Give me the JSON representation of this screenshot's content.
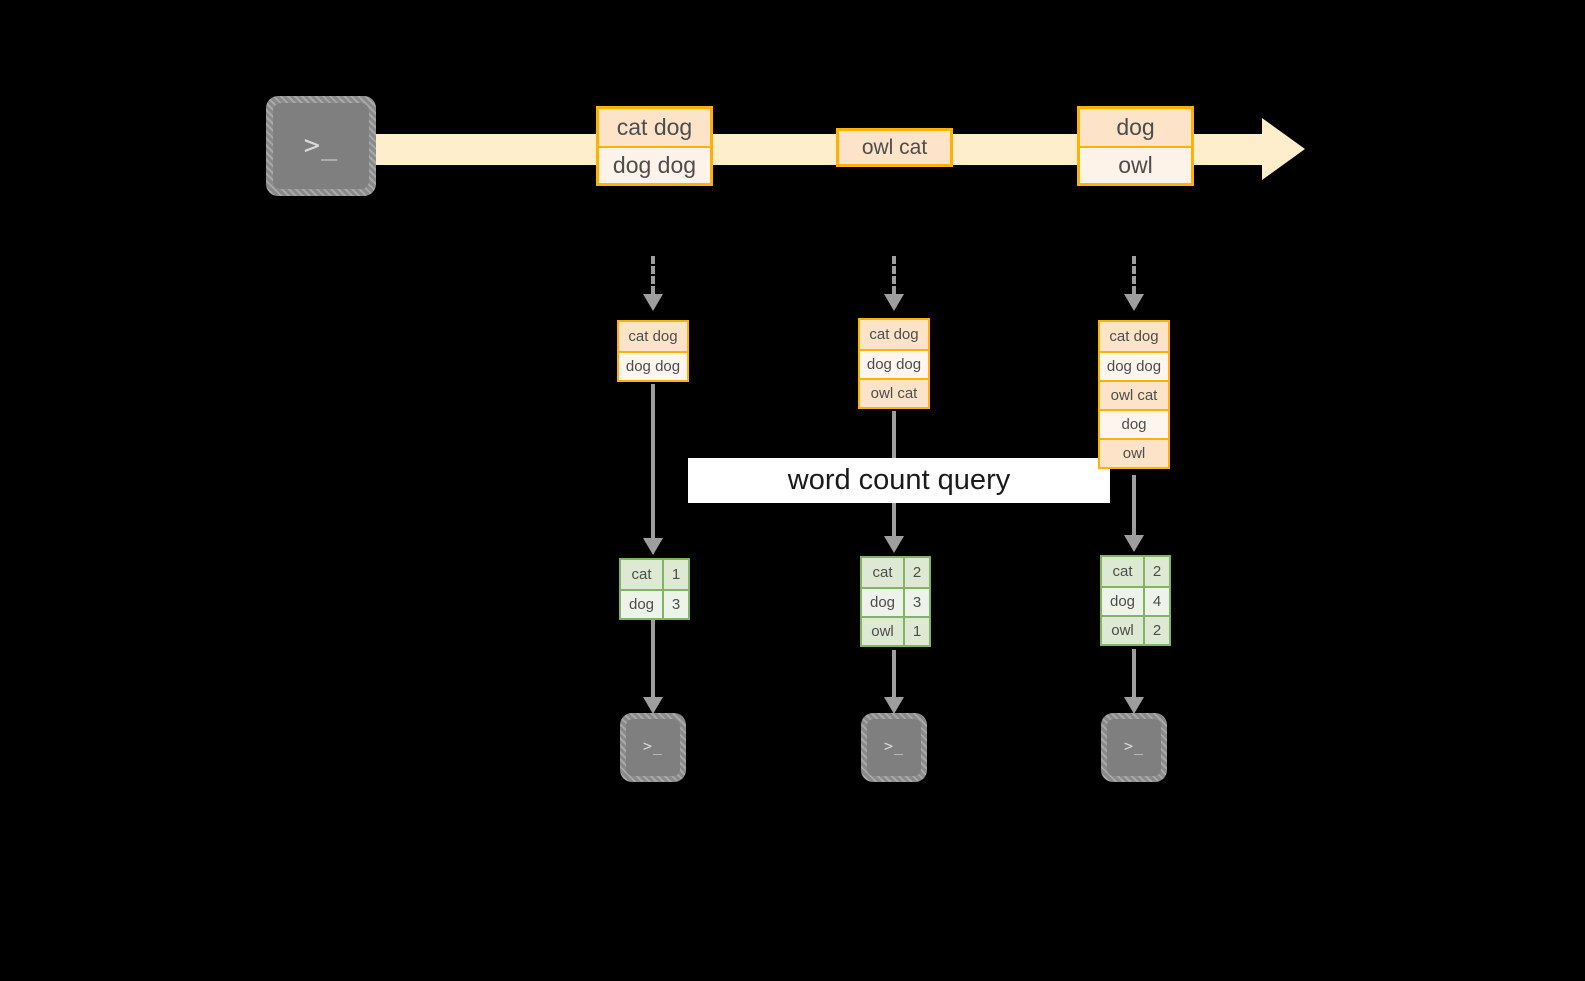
{
  "diagram": {
    "title": "word count query stream diagram",
    "colors": {
      "background": "#000000",
      "stream_fill": "#ffeecb",
      "event_border": "#ffb300",
      "event_fill_odd": "#fde3c8",
      "event_fill_even": "#fdf3e9",
      "result_border": "#82b366",
      "result_fill_odd": "#dde9d2",
      "result_fill_even": "#eef3ea",
      "connector": "#9e9e9e",
      "terminal_fill": "#7f7f7f",
      "label_fill": "#ffffff",
      "text": "#4d4d4d"
    }
  },
  "source": {
    "terminal_glyph": ">_",
    "icon_name": "terminal-icon"
  },
  "stream": {
    "arrow_name": "event-stream-arrow",
    "events": [
      {
        "id": "event-1",
        "lines": [
          "cat dog",
          "dog dog"
        ]
      },
      {
        "id": "event-2",
        "lines": [
          "owl cat"
        ]
      },
      {
        "id": "event-3",
        "lines": [
          "dog",
          "owl"
        ]
      }
    ]
  },
  "query": {
    "label": "word count query"
  },
  "snapshots": [
    {
      "id": "snapshot-1",
      "input_lines": [
        "cat dog",
        "dog dog"
      ],
      "result_header": null,
      "result_rows": [
        {
          "word": "cat",
          "count": "1"
        },
        {
          "word": "dog",
          "count": "3"
        }
      ],
      "sink_glyph": ">_"
    },
    {
      "id": "snapshot-2",
      "input_lines": [
        "cat dog",
        "dog dog",
        "owl cat"
      ],
      "result_header": null,
      "result_rows": [
        {
          "word": "cat",
          "count": "2"
        },
        {
          "word": "dog",
          "count": "3"
        },
        {
          "word": "owl",
          "count": "1"
        }
      ],
      "sink_glyph": ">_"
    },
    {
      "id": "snapshot-3",
      "input_lines": [
        "cat dog",
        "dog dog",
        "owl cat",
        "dog",
        "owl"
      ],
      "result_header": null,
      "result_rows": [
        {
          "word": "cat",
          "count": "2"
        },
        {
          "word": "dog",
          "count": "4"
        },
        {
          "word": "owl",
          "count": "2"
        }
      ],
      "sink_glyph": ">_"
    }
  ]
}
